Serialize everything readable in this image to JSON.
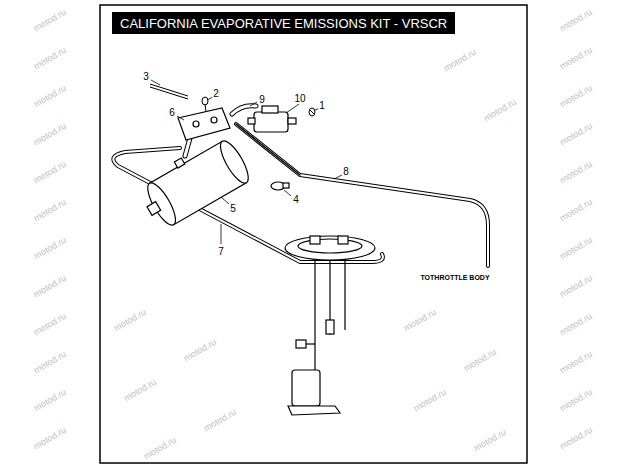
{
  "diagram": {
    "title": "CALIFORNIA EVAPORATIVE EMISSIONS KIT - VRSCR",
    "labels": [
      "3",
      "2",
      "6",
      "9",
      "10",
      "1",
      "4",
      "5",
      "8",
      "7",
      "TOTHROTTLE BODY",
      "motod.ru",
      "motod.ru",
      "motod.ru",
      "motod.ru",
      "motod.ru",
      "motod.ru",
      "motod.ru",
      "motod.ru",
      "motod.ru",
      "motod.ru",
      "motod.ru",
      "motod.ru",
      "motod.ru",
      "motod.ru",
      "motod.ru",
      "motod.ru",
      "motod.ru",
      "motod.ru",
      "motod.ru",
      "motod.ru",
      "motod.ru",
      "motod.ru",
      "motod.ru",
      "motod.ru",
      "motod.ru",
      "motod.ru",
      "motod.ru",
      "motod.ru",
      "motod.ru",
      "motod.ru",
      "motod.ru",
      "motod.ru",
      "motod.ru",
      "motod.ru",
      "motod.ru"
    ]
  }
}
